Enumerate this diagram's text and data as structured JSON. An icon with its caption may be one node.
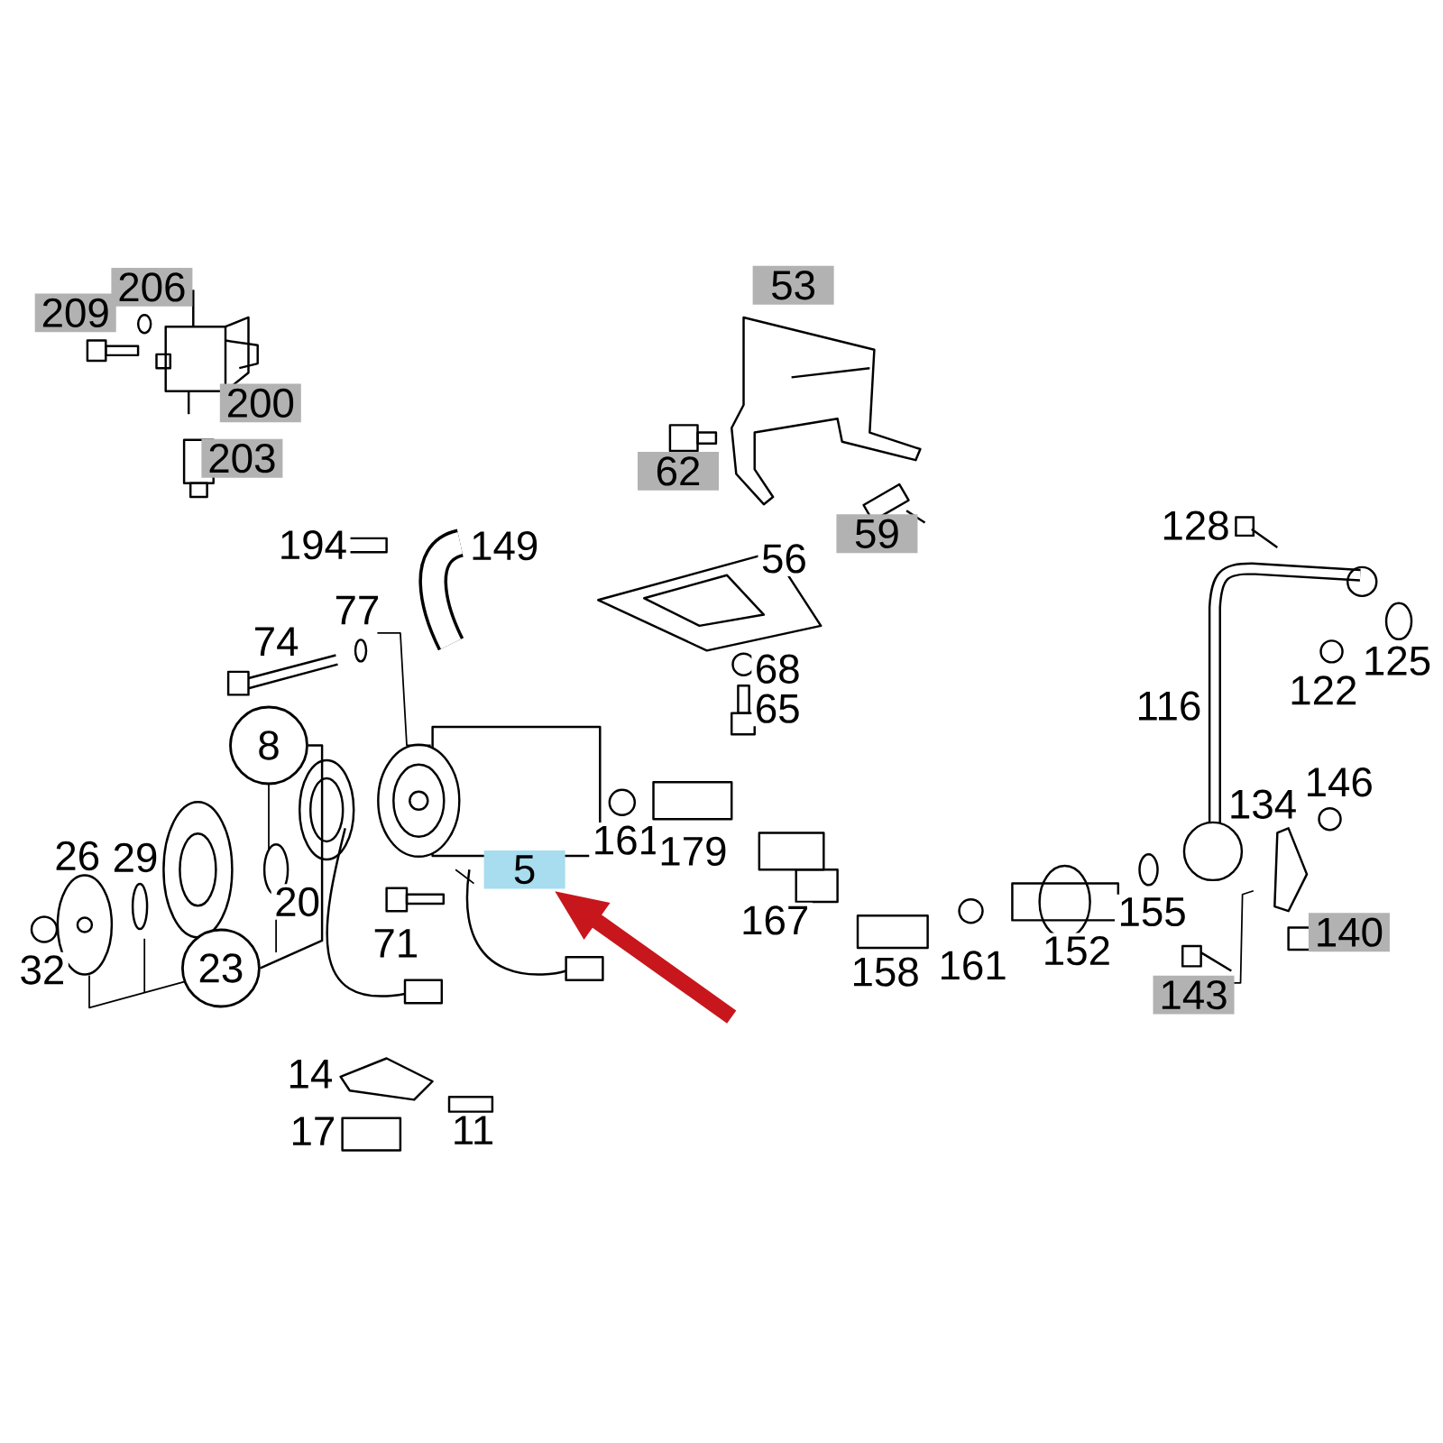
{
  "diagram": {
    "nodes": [
      {
        "text": [
          "209"
        ]
      },
      {
        "text": [
          "206"
        ]
      },
      {
        "text": [
          "200"
        ]
      },
      {
        "text": [
          "203"
        ]
      },
      {
        "text": [
          "53"
        ]
      },
      {
        "text": [
          "62"
        ]
      },
      {
        "text": [
          "59"
        ]
      },
      {
        "text": [
          "8"
        ]
      },
      {
        "text": [
          "5"
        ]
      },
      {
        "text": [
          "23"
        ]
      },
      {
        "text": [
          "140"
        ]
      },
      {
        "text": [
          "143"
        ]
      }
    ],
    "edges": [
      {
        "from": null,
        "to": 8,
        "arrow": "to",
        "style": "thick",
        "color": "#c8161d"
      },
      {
        "from": 7,
        "to": 9,
        "arrow": "none",
        "color": "#000000"
      }
    ],
    "labels": [
      "194",
      "149",
      "56",
      "128",
      "74",
      "77",
      "68",
      "122",
      "125",
      "65",
      "116",
      "134",
      "146",
      "26",
      "29",
      "161",
      "179",
      "20",
      "167",
      "155",
      "32",
      "71",
      "158",
      "161",
      "152",
      "14",
      "17",
      "11"
    ]
  }
}
